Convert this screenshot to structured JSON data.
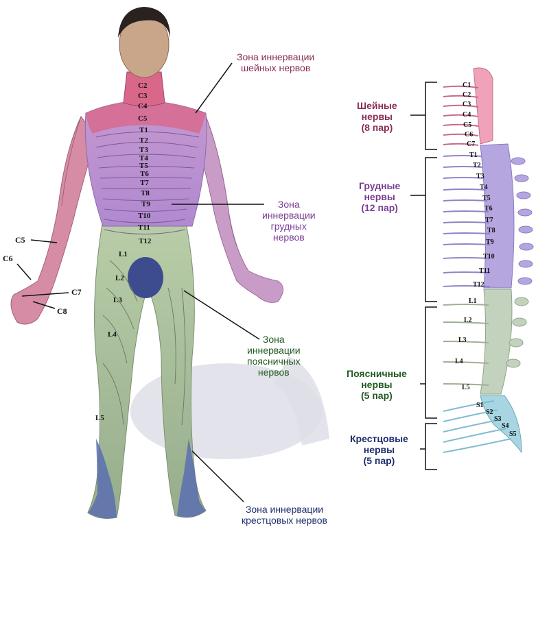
{
  "colors": {
    "cervical": "#d9678a",
    "thoracic": "#a880c8",
    "lumbar": "#a9c09a",
    "sacral": "#5a6fb0",
    "cervical_text": "#8a2c57",
    "thoracic_text": "#7a3c95",
    "lumbar_text": "#1f5a22",
    "sacral_text": "#1e2d6e"
  },
  "body_dermatome_labels": [
    "C2",
    "C3",
    "C4",
    "C5",
    "T1",
    "T2",
    "T3",
    "T4",
    "T5",
    "T6",
    "T7",
    "T8",
    "T9",
    "T10",
    "T11",
    "T12"
  ],
  "leg_labels": [
    "L1",
    "L2",
    "L3",
    "L4",
    "L5"
  ],
  "arm_labels": [
    "C5",
    "C6",
    "C7",
    "C8"
  ],
  "callouts": {
    "cervical_zone": [
      "Зона иннервации",
      "шейных нервов"
    ],
    "thoracic_zone": [
      "Зона",
      "иннервации",
      "грудных",
      "нервов"
    ],
    "lumbar_zone": [
      "Зона",
      "иннервации",
      "поясничных",
      "нервов"
    ],
    "sacral_zone": [
      "Зона иннервации",
      "крестцовых нервов"
    ]
  },
  "spine_groups": {
    "cervical": [
      "Шейные",
      "нервы",
      "(8 пар)"
    ],
    "thoracic": [
      "Грудные",
      "нервы",
      "(12 пар)"
    ],
    "lumbar": [
      "Поясничные",
      "нервы",
      "(5 пар)"
    ],
    "sacral": [
      "Крестцовые",
      "нервы",
      "(5 пар)"
    ]
  },
  "spine_labels": {
    "cervical": [
      "C1",
      "C2",
      "C3",
      "C4",
      "C5",
      "C6",
      "C7"
    ],
    "thoracic": [
      "T1",
      "T2",
      "T3",
      "T4",
      "T5",
      "T6",
      "T7",
      "T8",
      "T9",
      "T10",
      "T11",
      "T12"
    ],
    "lumbar": [
      "L1",
      "L2",
      "L3",
      "L4",
      "L5"
    ],
    "sacral": [
      "S1",
      "S2",
      "S3",
      "S4",
      "S5"
    ]
  }
}
